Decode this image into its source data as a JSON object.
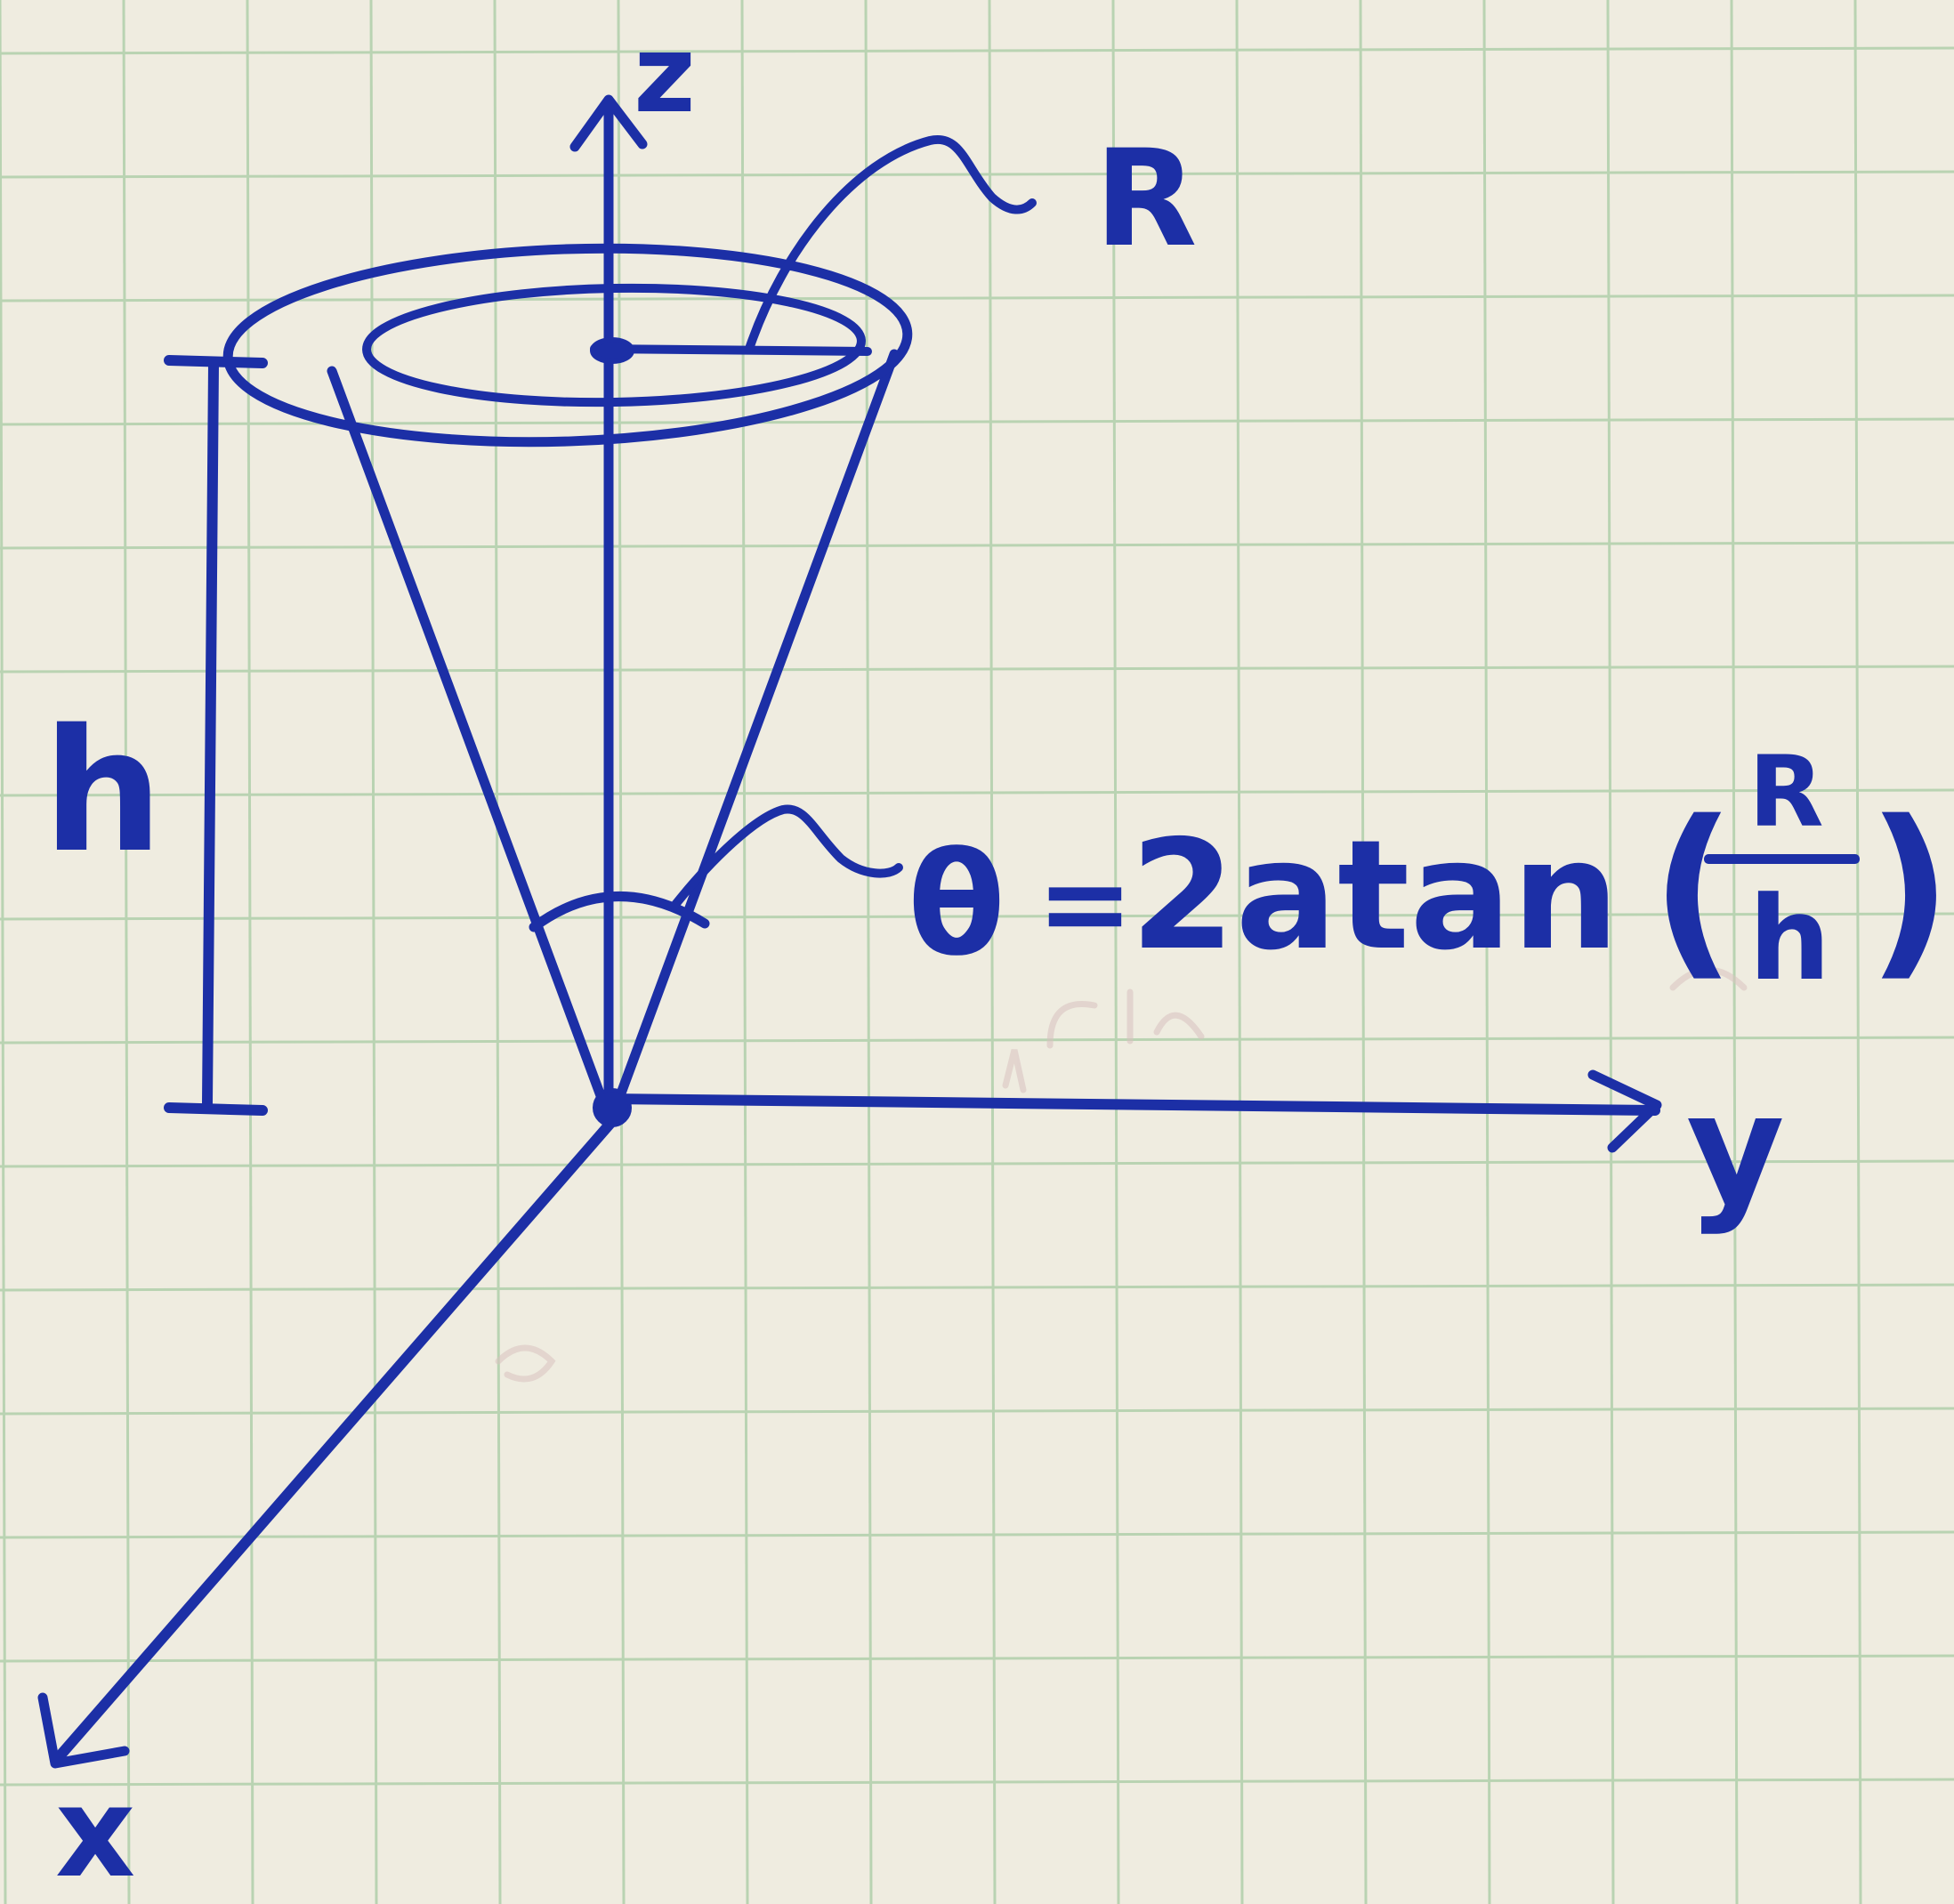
{
  "colors": {
    "paper": "#efece0",
    "grid": "#b9d3b2",
    "ink": "#1c2fa6",
    "faint_print": "#d9c2c0"
  },
  "labels": {
    "z_axis": "z",
    "y_axis": "y",
    "x_axis": "x",
    "radius": "R",
    "height": "h",
    "angle_formula": "θ = 2atan (R/h)",
    "formula_lhs": "θ",
    "formula_equals": "=",
    "formula_function": "2atan",
    "fraction_numerator": "R",
    "fraction_denominator": "h",
    "paren_open": "(",
    "paren_close": ")"
  }
}
